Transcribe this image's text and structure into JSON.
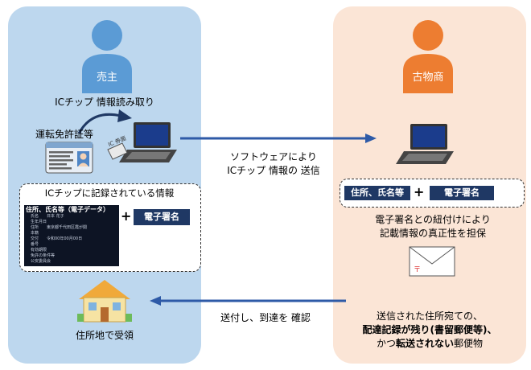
{
  "seller": {
    "label": "売主",
    "read_caption": "ICチップ 情報読み取り",
    "license_label": "運転免許証等",
    "reader_tag": "IC 券面",
    "chip_info_title": "ICチップに記録されている情報",
    "chip_data_label": "住所、氏名等（電子データ）",
    "chip_signature_label": "電子署名",
    "card_rows": [
      "氏名　　日本 花子",
      "生年月日",
      "住所　　東京都千代田区霞が関",
      "本籍",
      "交付　　令和00年00月00日",
      "番号",
      "有効期限",
      "免許の条件等",
      "公安委員会"
    ],
    "receive_label": "住所地で受領"
  },
  "buyer": {
    "label": "古物商",
    "data_box_label": "住所、氏名等",
    "signature_box_label": "電子署名",
    "verify_text": [
      "電子署名との紐付けにより",
      "記載情報の真正性を担保"
    ],
    "mail_text_1": "送信された住所宛ての、",
    "mail_text_2": "配達記録が残り(書留郵便等)、",
    "mail_text_3_prefix": "かつ",
    "mail_text_3_bold": "転送されない",
    "mail_text_3_suffix": "郵便物"
  },
  "transfer": {
    "line1": "ソフトウェアにより",
    "line2": "ICチップ 情報の 送信"
  },
  "return_label": "送付し、到達を 確認",
  "plus": "+",
  "colors": {
    "panel_left": "#bdd7ee",
    "panel_right": "#fbe5d6",
    "person_blue": "#5b9bd5",
    "person_orange": "#ed7d31",
    "arrow": "#2e5aa7",
    "navy": "#1f3864"
  }
}
